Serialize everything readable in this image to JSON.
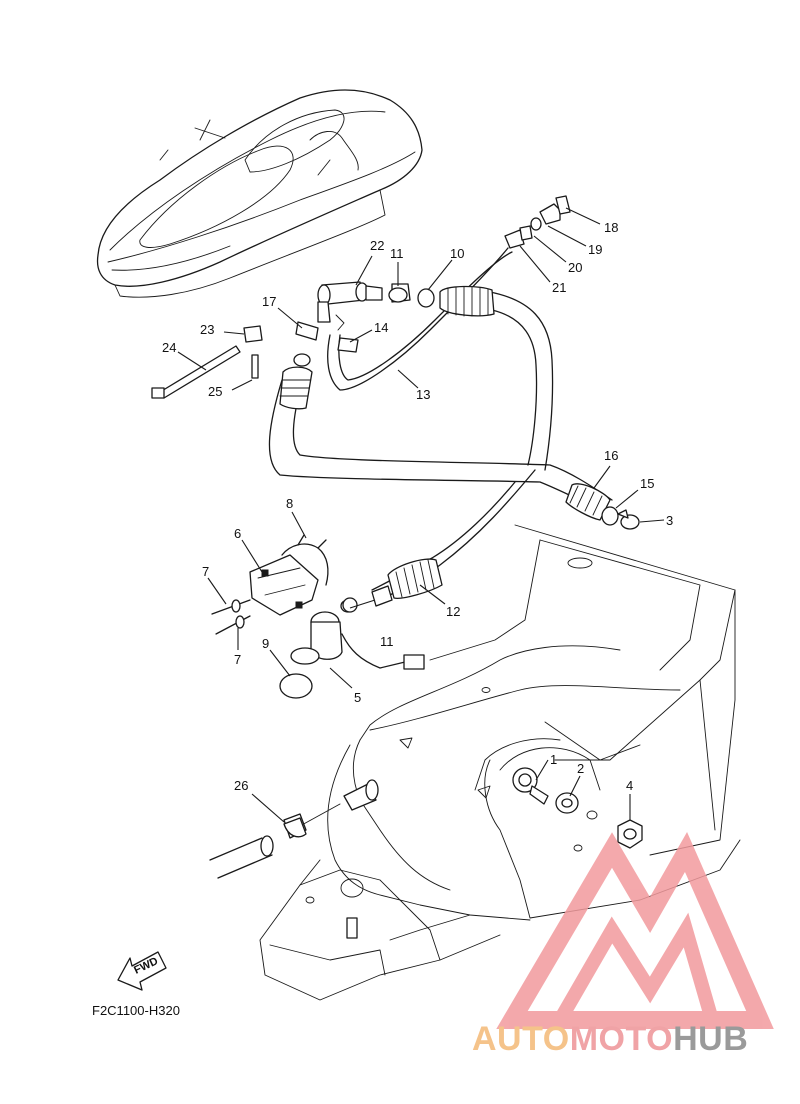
{
  "diagram": {
    "code": "F2C1100-H320",
    "fwd_label": "FWD",
    "callouts": {
      "p1": "1",
      "p2": "2",
      "p3": "3",
      "p4": "4",
      "p5": "5",
      "p6": "6",
      "p7a": "7",
      "p7b": "7",
      "p8": "8",
      "p9": "9",
      "p10": "10",
      "p11a": "11",
      "p11b": "11",
      "p12": "12",
      "p13": "13",
      "p14": "14",
      "p15": "15",
      "p16": "16",
      "p17": "17",
      "p18": "18",
      "p19": "19",
      "p20": "20",
      "p21": "21",
      "p22": "22",
      "p23": "23",
      "p24": "24",
      "p25": "25",
      "p26": "26"
    }
  },
  "watermark": {
    "brand_part1": "AUTO",
    "brand_part2": "MOTO",
    "brand_part3": "HUB",
    "colors": {
      "auto": "#f5c38a",
      "moto": "#f0a3a6",
      "hub": "#9a9a9a",
      "logo": "#f29a9d"
    }
  }
}
